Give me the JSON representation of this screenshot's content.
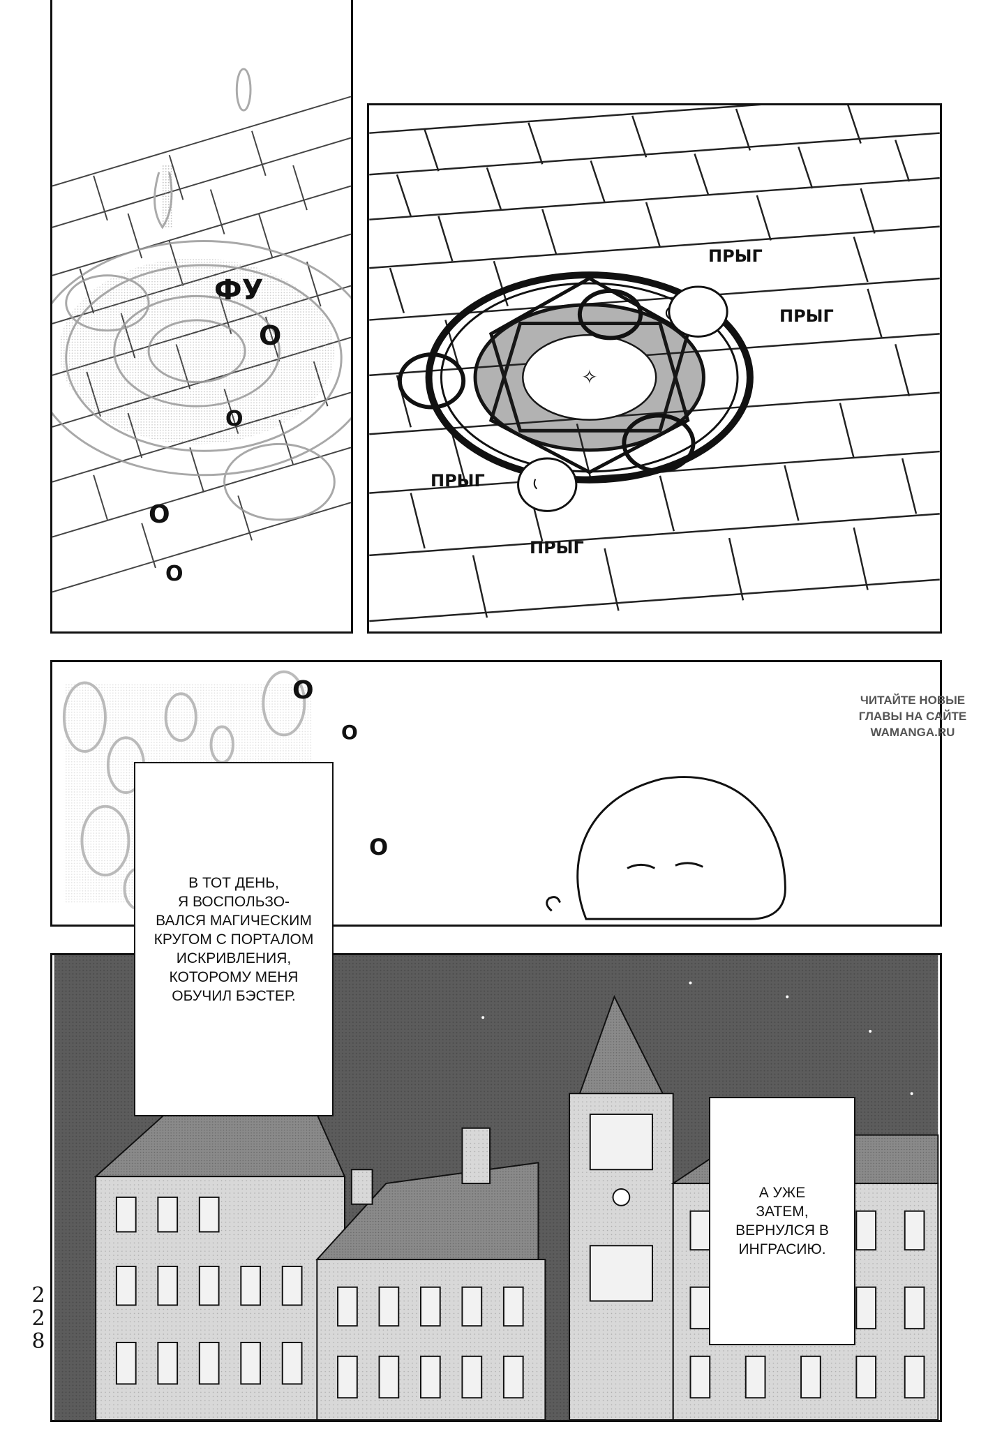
{
  "sfx": {
    "fu": "ФУ",
    "o1": "О",
    "o2": "О",
    "o3": "О",
    "o4": "О",
    "o5": "О",
    "o6": "О",
    "o7": "О",
    "pryg1": "ПРЫГ",
    "pryg2": "ПРЫГ",
    "pryg3": "ПРЫГ",
    "pryg4": "ПРЫГ"
  },
  "captions": {
    "first": "В ТОТ ДЕНЬ,\nЯ ВОСПОЛЬЗО-\nВАЛСЯ МАГИЧЕСКИМ\nКРУГОМ С ПОРТАЛОМ\nИСКРИВЛЕНИЯ,\nКОТОРОМУ МЕНЯ\nОБУЧИЛ БЭСТЕР.",
    "second": "А УЖЕ\nЗАТЕМ,\nВЕРНУЛСЯ В\nИНГРАСИЮ."
  },
  "watermark": "ЧИТАЙТЕ НОВЫЕ\nГЛАВЫ НА САЙТЕ\nWAMANGA.RU",
  "page_number": "2\n2\n8"
}
